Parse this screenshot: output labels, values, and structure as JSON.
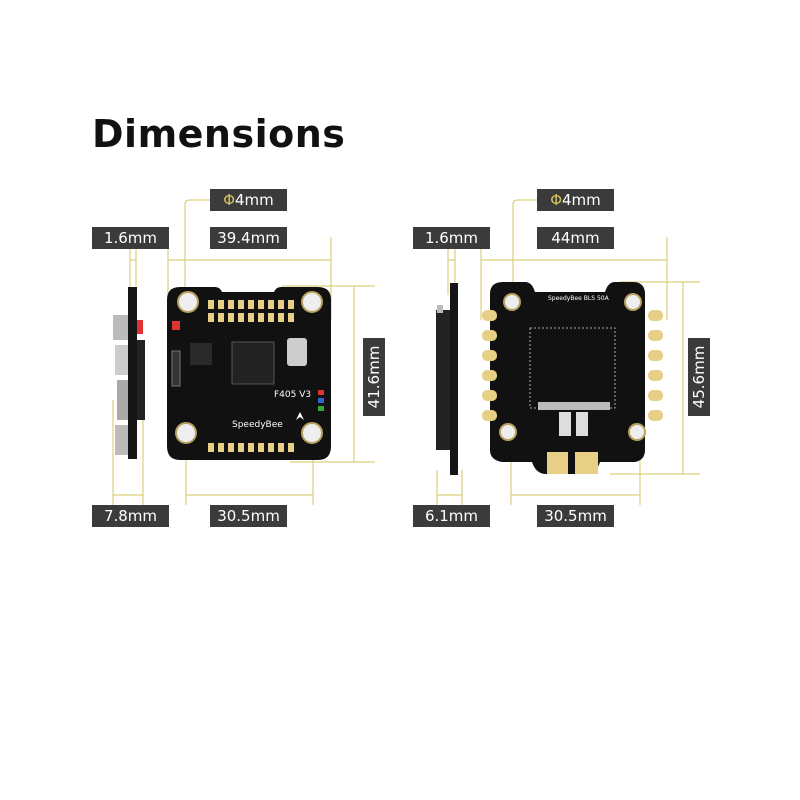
{
  "title": "Dimensions",
  "fc": {
    "hole_label": "4mm",
    "thickness_label": "1.6mm",
    "width_label": "39.4mm",
    "height_label": "41.6mm",
    "stack_height_label": "7.8mm",
    "mount_label": "30.5mm",
    "board_model": "F405 V3",
    "brand": "SpeedyBee"
  },
  "esc": {
    "hole_label": "4mm",
    "thickness_label": "1.6mm",
    "width_label": "44mm",
    "height_label": "45.6mm",
    "stack_height_label": "6.1mm",
    "mount_label": "30.5mm",
    "board_model": "SpeedyBee BLS 50A"
  },
  "phi_symbol": "Φ",
  "colors": {
    "label_bg": "#3b3b3b",
    "dimension_line": "#dccf7e",
    "pcb": "#111111",
    "pad": "#e8cf86"
  }
}
